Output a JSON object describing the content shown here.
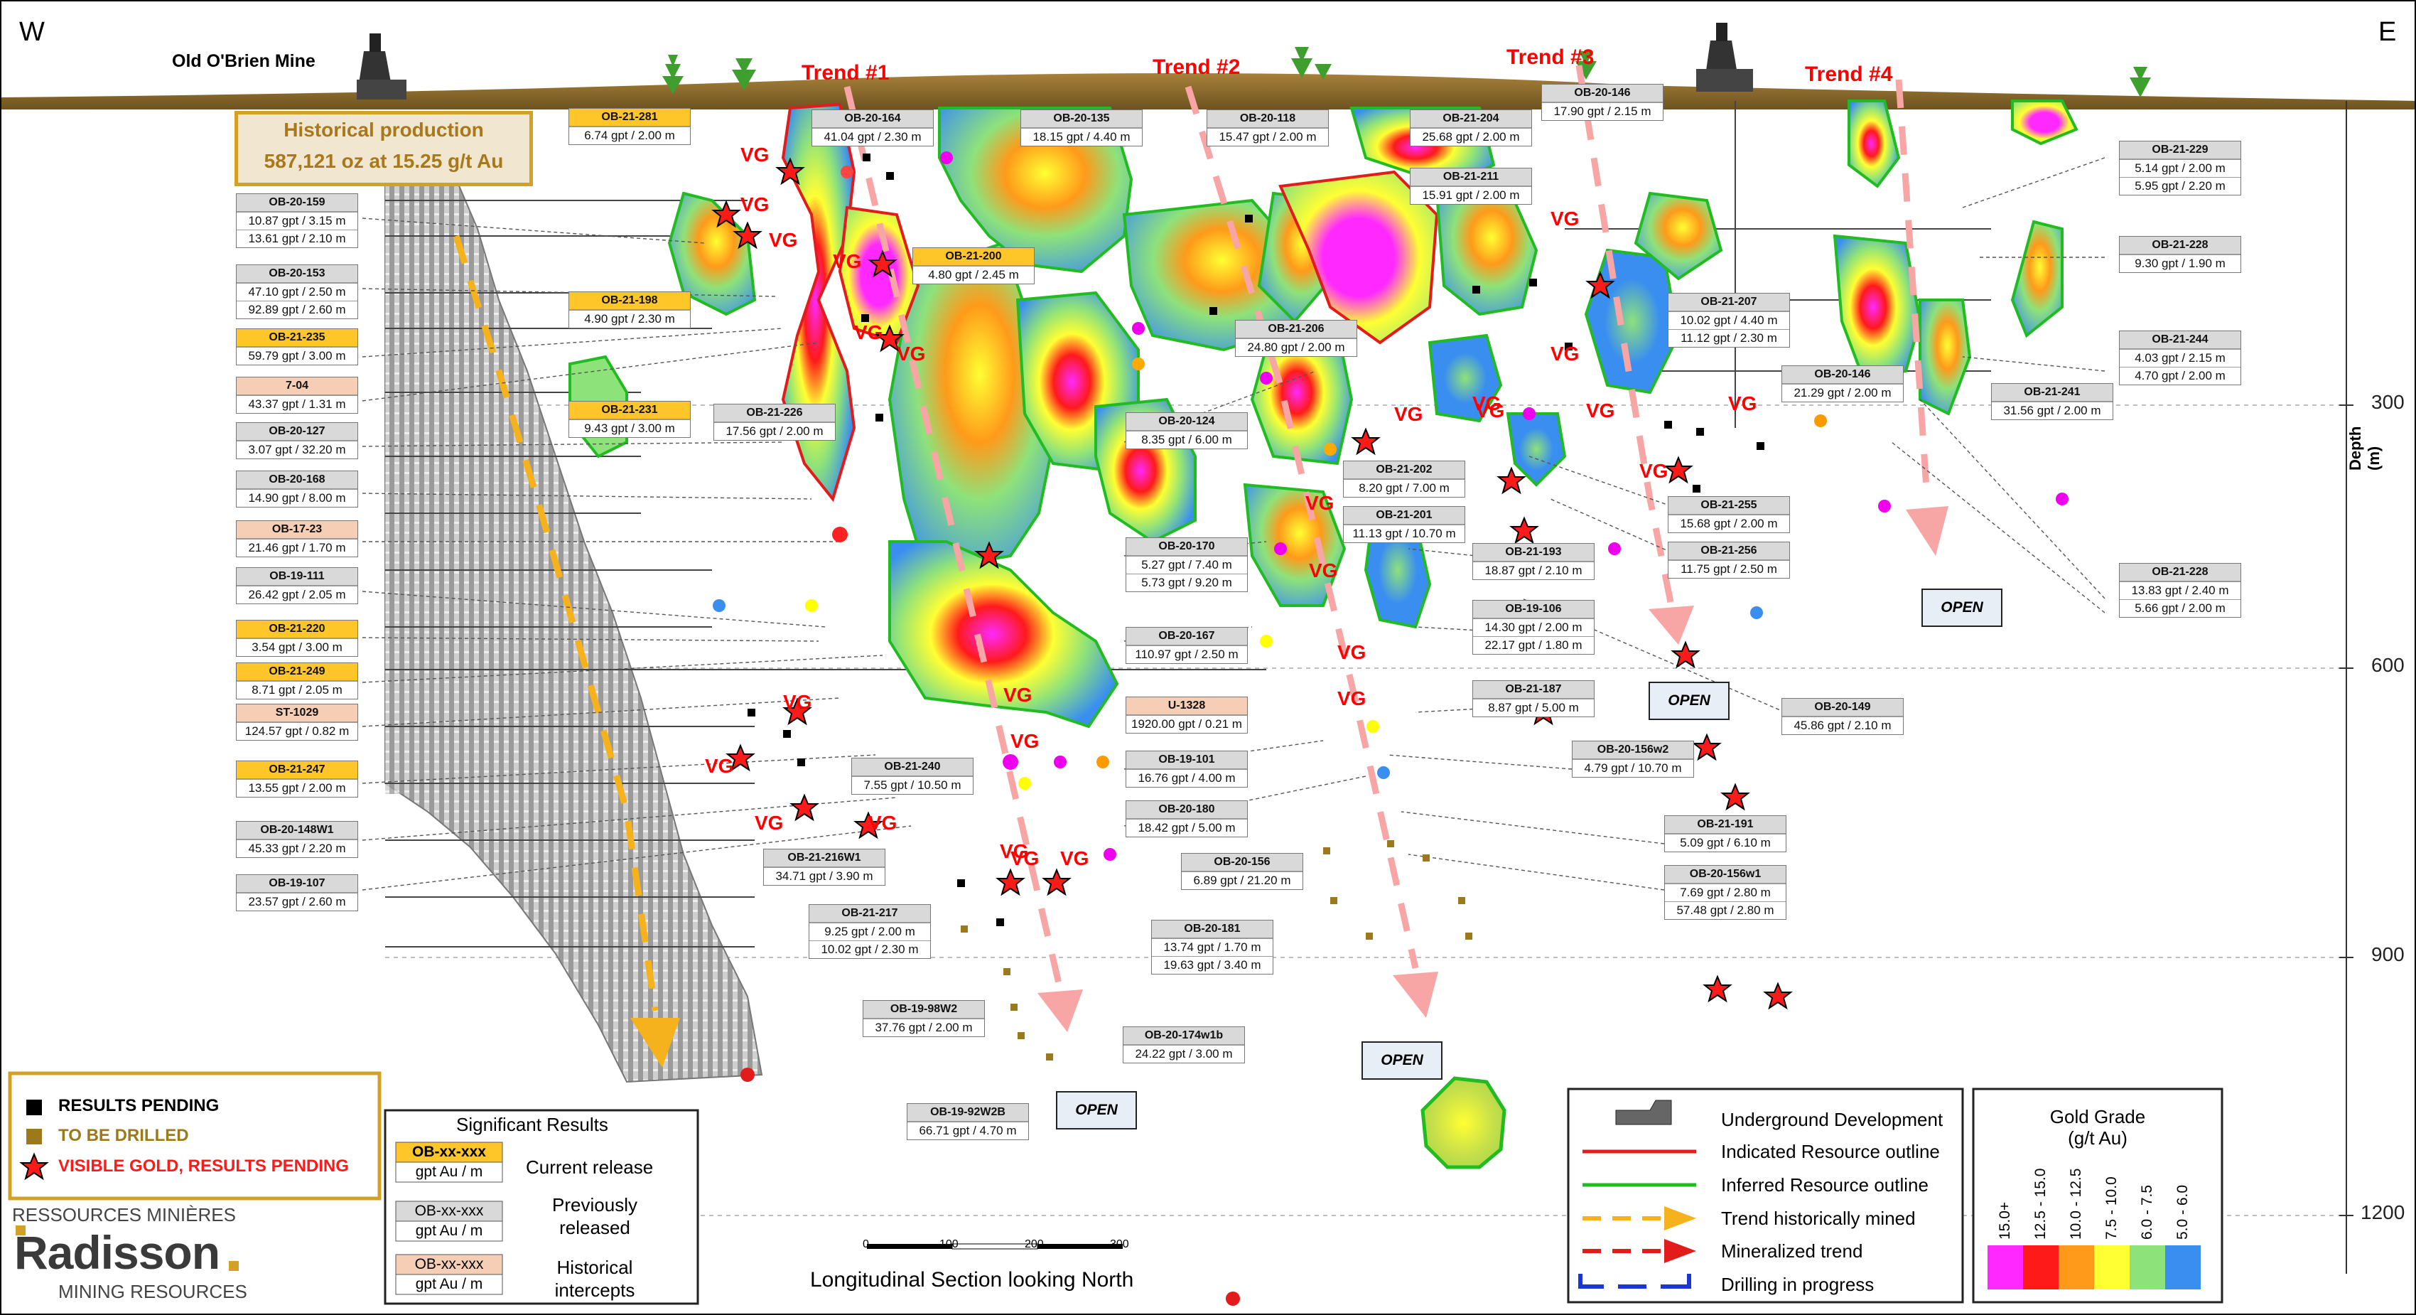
{
  "header": {
    "west": "W",
    "east": "E",
    "mine_name": "Old O'Brien Mine"
  },
  "trends": [
    "Trend #1",
    "Trend #2",
    "Trend #3",
    "Trend #4"
  ],
  "history": {
    "line1": "Historical production",
    "line2": "587,121 oz at 15.25 g/t Au"
  },
  "depth_axis": {
    "label": "Depth (m)",
    "ticks": [
      "300",
      "600",
      "900",
      "1200"
    ]
  },
  "open_label": "OPEN",
  "vg_label": "VG",
  "left_holes": [
    {
      "id": "OB-20-159",
      "type": "prev",
      "rows": [
        "10.87 gpt / 3.15 m",
        "13.61 gpt / 2.10 m"
      ]
    },
    {
      "id": "OB-20-153",
      "type": "prev",
      "rows": [
        "47.10 gpt / 2.50 m",
        "92.89 gpt / 2.60 m"
      ]
    },
    {
      "id": "OB-21-235",
      "type": "cur",
      "rows": [
        "59.79 gpt / 3.00 m"
      ]
    },
    {
      "id": "7-04",
      "type": "hist",
      "rows": [
        "43.37 gpt / 1.31 m"
      ]
    },
    {
      "id": "OB-20-127",
      "type": "prev",
      "rows": [
        "3.07 gpt / 32.20 m"
      ]
    },
    {
      "id": "OB-20-168",
      "type": "prev",
      "rows": [
        "14.90 gpt / 8.00 m"
      ]
    },
    {
      "id": "OB-17-23",
      "type": "hist",
      "rows": [
        "21.46 gpt / 1.70 m"
      ]
    },
    {
      "id": "OB-19-111",
      "type": "prev",
      "rows": [
        "26.42 gpt / 2.05 m"
      ]
    },
    {
      "id": "OB-21-220",
      "type": "cur",
      "rows": [
        "3.54 gpt / 3.00 m"
      ]
    },
    {
      "id": "OB-21-249",
      "type": "cur",
      "rows": [
        "8.71 gpt / 2.05 m"
      ]
    },
    {
      "id": "ST-1029",
      "type": "hist",
      "rows": [
        "124.57 gpt / 0.82 m"
      ]
    },
    {
      "id": "OB-21-247",
      "type": "cur",
      "rows": [
        "13.55 gpt / 2.00 m"
      ]
    },
    {
      "id": "OB-20-148W1",
      "type": "prev",
      "rows": [
        "45.33 gpt / 2.20 m"
      ]
    },
    {
      "id": "OB-19-107",
      "type": "prev",
      "rows": [
        "23.57 gpt / 2.60 m"
      ]
    }
  ],
  "holes": [
    {
      "id": "OB-21-281",
      "type": "cur",
      "rows": [
        "6.74 gpt / 2.00 m"
      ]
    },
    {
      "id": "OB-21-198",
      "type": "cur",
      "rows": [
        "4.90 gpt / 2.30 m"
      ]
    },
    {
      "id": "OB-21-231",
      "type": "cur",
      "rows": [
        "9.43 gpt / 3.00 m"
      ]
    },
    {
      "id": "OB-21-226",
      "type": "prev",
      "rows": [
        "17.56 gpt / 2.00 m"
      ]
    },
    {
      "id": "OB-20-164",
      "type": "prev",
      "rows": [
        "41.04 gpt / 2.30 m"
      ]
    },
    {
      "id": "OB-21-200",
      "type": "cur",
      "rows": [
        "4.80 gpt / 2.45 m"
      ]
    },
    {
      "id": "OB-20-135",
      "type": "prev",
      "rows": [
        "18.15 gpt / 4.40 m"
      ]
    },
    {
      "id": "OB-20-118",
      "type": "prev",
      "rows": [
        "15.47 gpt / 2.00 m"
      ]
    },
    {
      "id": "OB-21-204",
      "type": "prev",
      "rows": [
        "25.68 gpt / 2.00 m"
      ]
    },
    {
      "id": "OB-21-211",
      "type": "prev",
      "rows": [
        "15.91 gpt / 2.00 m"
      ]
    },
    {
      "id": "OB-20-146",
      "type": "prev",
      "rows": [
        "17.90 gpt / 2.15 m"
      ]
    },
    {
      "id": "OB-21-206",
      "type": "prev",
      "rows": [
        "24.80 gpt / 2.00 m"
      ]
    },
    {
      "id": "OB-20-124",
      "type": "prev",
      "rows": [
        "8.35 gpt / 6.00 m"
      ]
    },
    {
      "id": "OB-21-202",
      "type": "prev",
      "rows": [
        "8.20 gpt / 7.00 m"
      ]
    },
    {
      "id": "OB-21-201",
      "type": "prev",
      "rows": [
        "11.13 gpt / 10.70 m"
      ]
    },
    {
      "id": "OB-20-170",
      "type": "prev",
      "rows": [
        "5.27 gpt / 7.40 m",
        "5.73 gpt / 9.20 m"
      ]
    },
    {
      "id": "OB-20-167",
      "type": "prev",
      "rows": [
        "110.97 gpt / 2.50 m"
      ]
    },
    {
      "id": "U-1328",
      "type": "hist",
      "rows": [
        "1920.00 gpt / 0.21 m"
      ]
    },
    {
      "id": "OB-19-101",
      "type": "prev",
      "rows": [
        "16.76 gpt / 4.00 m"
      ]
    },
    {
      "id": "OB-20-180",
      "type": "prev",
      "rows": [
        "18.42 gpt / 5.00 m"
      ]
    },
    {
      "id": "OB-20-156",
      "type": "prev",
      "rows": [
        "6.89 gpt / 21.20 m"
      ]
    },
    {
      "id": "OB-21-240",
      "type": "prev",
      "rows": [
        "7.55 gpt / 10.50 m"
      ]
    },
    {
      "id": "OB-21-216W1",
      "type": "prev",
      "rows": [
        "34.71 gpt / 3.90 m"
      ]
    },
    {
      "id": "OB-21-217",
      "type": "prev",
      "rows": [
        "9.25 gpt / 2.00 m",
        "10.02 gpt / 2.30 m"
      ]
    },
    {
      "id": "OB-20-181",
      "type": "prev",
      "rows": [
        "13.74 gpt / 1.70 m",
        "19.63 gpt / 3.40 m"
      ]
    },
    {
      "id": "OB-19-98W2",
      "type": "prev",
      "rows": [
        "37.76 gpt / 2.00 m"
      ]
    },
    {
      "id": "OB-20-174w1b",
      "type": "prev",
      "rows": [
        "24.22 gpt / 3.00 m"
      ]
    },
    {
      "id": "OB-19-92W2B",
      "type": "prev",
      "rows": [
        "66.71 gpt / 4.70 m"
      ]
    },
    {
      "id": "OB-21-193",
      "type": "prev",
      "rows": [
        "18.87 gpt / 2.10 m"
      ]
    },
    {
      "id": "OB-19-106",
      "type": "prev",
      "rows": [
        "14.30 gpt / 2.00 m",
        "22.17 gpt / 1.80 m"
      ]
    },
    {
      "id": "OB-21-187",
      "type": "prev",
      "rows": [
        "8.87 gpt / 5.00 m"
      ]
    },
    {
      "id": "OB-20-156w2",
      "type": "prev",
      "rows": [
        "4.79 gpt / 10.70 m"
      ]
    },
    {
      "id": "OB-21-191",
      "type": "prev",
      "rows": [
        "5.09 gpt / 6.10 m"
      ]
    },
    {
      "id": "OB-20-156w1",
      "type": "prev",
      "rows": [
        "7.69 gpt / 2.80 m",
        "57.48 gpt / 2.80 m"
      ]
    },
    {
      "id": "OB-20-149",
      "type": "prev",
      "rows": [
        "45.86 gpt / 2.10 m"
      ]
    },
    {
      "id": "OB-21-207",
      "type": "prev",
      "rows": [
        "10.02 gpt / 4.40 m",
        "11.12 gpt / 2.30 m"
      ]
    },
    {
      "id": "OB-20-146",
      "type": "prev",
      "rows": [
        "21.29 gpt / 2.00 m"
      ]
    },
    {
      "id": "OB-21-255",
      "type": "prev",
      "rows": [
        "15.68 gpt / 2.00 m"
      ]
    },
    {
      "id": "OB-21-256",
      "type": "prev",
      "rows": [
        "11.75 gpt / 2.50 m"
      ]
    },
    {
      "id": "OB-21-229",
      "type": "prev",
      "rows": [
        "5.14 gpt / 2.00 m",
        "5.95 gpt / 2.20 m"
      ]
    },
    {
      "id": "OB-21-228",
      "type": "prev",
      "rows": [
        "9.30 gpt / 1.90 m"
      ]
    },
    {
      "id": "OB-21-244",
      "type": "prev",
      "rows": [
        "4.03 gpt / 2.15 m",
        "4.70 gpt / 2.00 m"
      ]
    },
    {
      "id": "OB-21-241",
      "type": "prev",
      "rows": [
        "31.56 gpt / 2.00 m"
      ]
    },
    {
      "id": "OB-21-228",
      "type": "prev",
      "rows": [
        "13.83 gpt / 2.40 m",
        "5.66 gpt / 2.00 m"
      ]
    }
  ],
  "legend_status": {
    "pending": "RESULTS PENDING",
    "to_drill": "TO BE DRILLED",
    "vg": "VISIBLE GOLD, RESULTS PENDING"
  },
  "significant": {
    "title": "Significant Results",
    "placeholder_id": "OB-xx-xxx",
    "placeholder_val": "gpt Au / m",
    "current": "Current release",
    "previous": "Previously released",
    "historical": "Historical intercepts"
  },
  "company": {
    "line1": "RESSOURCES MINIÈRES",
    "name": "Radisson",
    "line3": "MINING RESOURCES"
  },
  "scale": {
    "ticks": [
      "0",
      "100",
      "200",
      "300"
    ],
    "caption": "Longitudinal Section looking North"
  },
  "legend_lines": {
    "underground": "Underground Development",
    "indicated": "Indicated Resource outline",
    "inferred": "Inferred Resource outline",
    "historic": "Trend historically mined",
    "mineralized": "Mineralized trend",
    "drilling": "Drilling in progress"
  },
  "grade": {
    "title1": "Gold Grade",
    "title2": "(g/t Au)",
    "bins": [
      "15.0+",
      "12.5 - 15.0",
      "10.0 - 12.5",
      "7.5 - 10.0",
      "6.0 - 7.5",
      "5.0 - 6.0"
    ],
    "colors": [
      "#ff28ff",
      "#ff1a1a",
      "#ff9a1a",
      "#ffff33",
      "#8ee27a",
      "#3a8ef0"
    ]
  },
  "colors": {
    "current": "#ffc629",
    "historical": "#f6cdb5",
    "previous": "#d9d9d9",
    "trend": "#ff0000",
    "inferred": "#22bb22",
    "indicated": "#e21b1b",
    "pending": "#000000",
    "to_drill": "#9c7a1c",
    "ground": "#8a6a2a"
  }
}
